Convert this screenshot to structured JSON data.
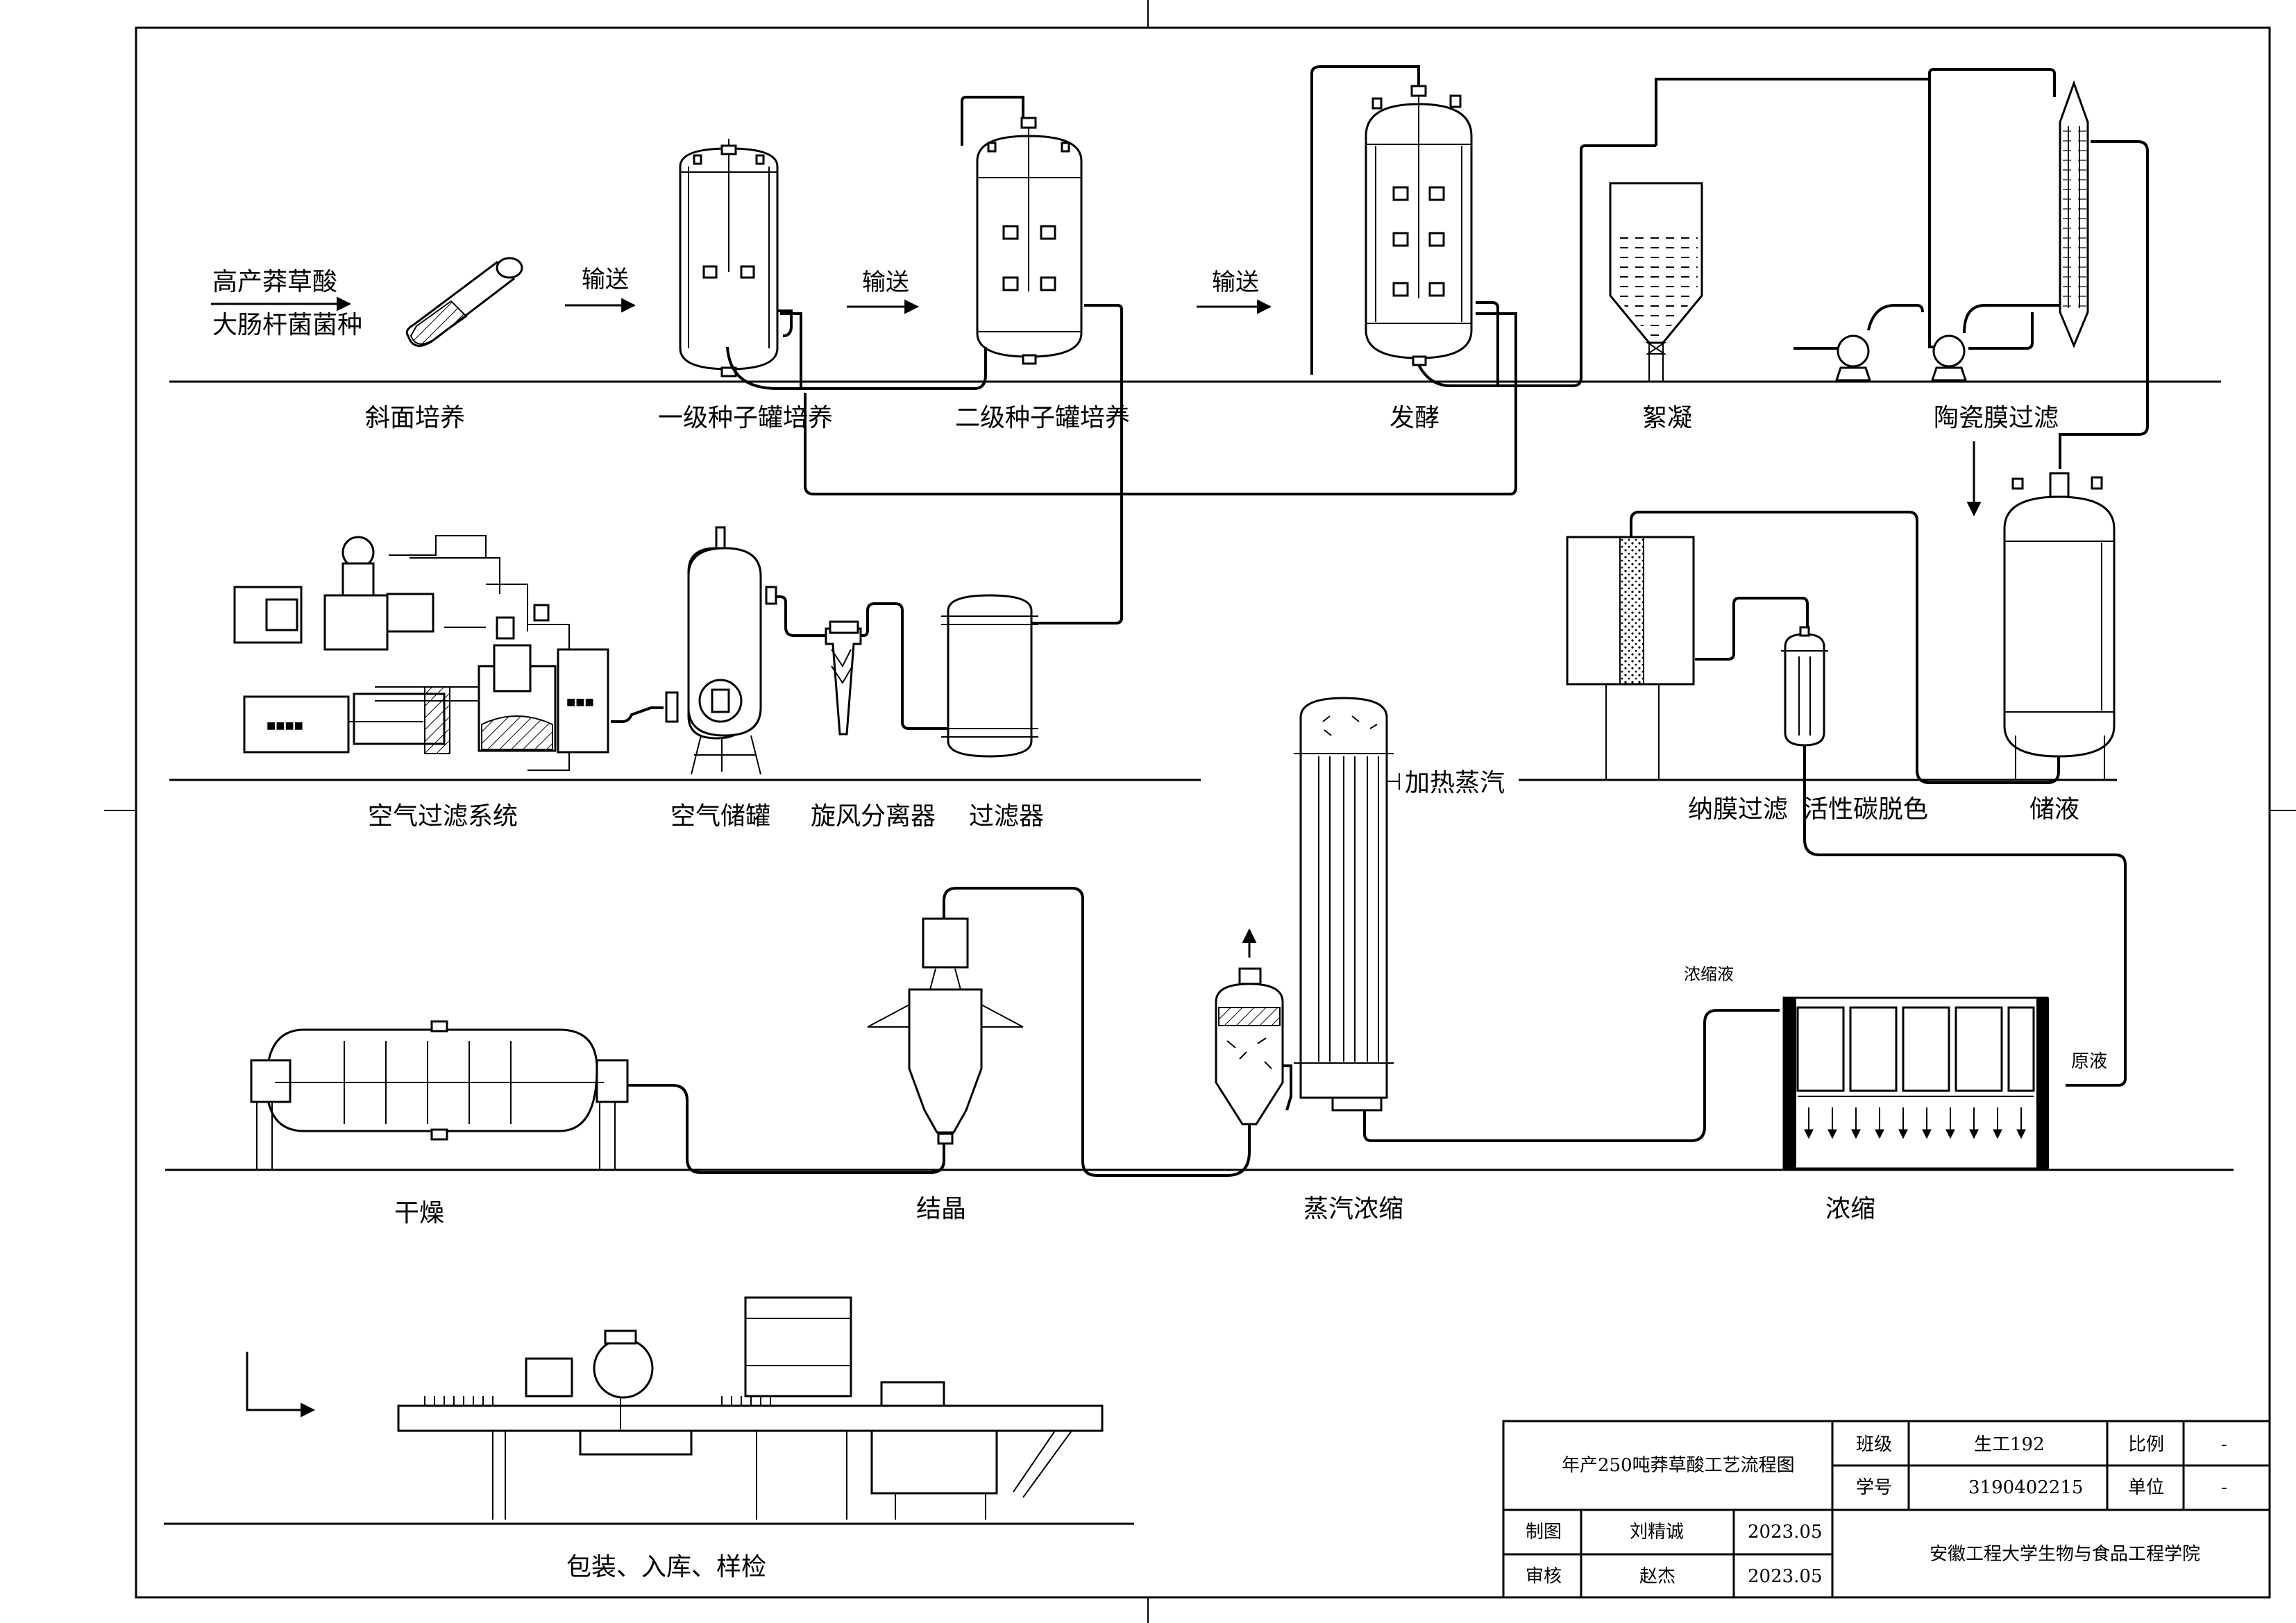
{
  "drawing": {
    "title": "年产250吨莽草酸工艺流程图"
  },
  "strain": {
    "line1": "高产莽草酸",
    "line2": "大肠杆菌菌种"
  },
  "arrows": {
    "transfer": "输送"
  },
  "stages": {
    "slant": "斜面培养",
    "seed1": "一级种子罐培养",
    "seed2": "二级种子罐培养",
    "ferment": "发酵",
    "flocculation": "絮凝",
    "ceramic": "陶瓷膜过滤",
    "air_filter_system": "空气过滤系统",
    "air_tank": "空气储罐",
    "cyclone": "旋风分离器",
    "filter": "过滤器",
    "heating_steam": "加热蒸汽",
    "nanofiltration": "纳膜过滤",
    "carbon": "活性碳脱色",
    "storage": "储液",
    "drying": "干燥",
    "crystallization": "结晶",
    "steam_concentration": "蒸汽浓缩",
    "concentration": "浓缩",
    "concentrate": "浓缩液",
    "raw_liquid": "原液",
    "packaging": "包装、入库、样检"
  },
  "title_block": {
    "class_label": "班级",
    "class_value": "生工192",
    "scale_label": "比例",
    "scale_value": "-",
    "id_label": "学号",
    "id_value": "3190402215",
    "unit_label": "单位",
    "unit_value": "-",
    "drawn_label": "制图",
    "drawn_name": "刘精诚",
    "drawn_date": "2023.05",
    "checked_label": "审核",
    "checked_name": "赵杰",
    "checked_date": "2023.05",
    "institution": "安徽工程大学生物与食品工程学院"
  }
}
